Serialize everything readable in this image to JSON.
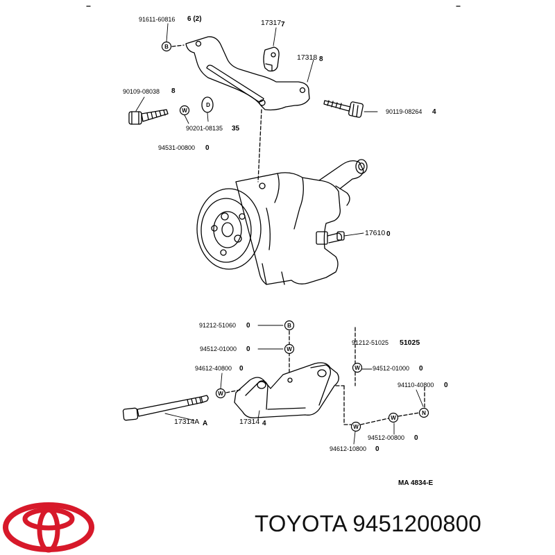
{
  "labels": {
    "p91611": "91611-60816",
    "q91611": "6 (2)",
    "p17317": "17317",
    "q17317": "7",
    "p17318": "17318",
    "q17318": "8",
    "p90109": "90109-08038",
    "q90109": "8",
    "p90201": "90201-08135",
    "q90201": "35",
    "p94531": "94531-00800",
    "q94531": "0",
    "p90119": "90119-08264",
    "q90119": "4",
    "p17610": "17610",
    "q17610": "0",
    "p91212a": "91212-51060",
    "q91212a": "0",
    "p94512a": "94512-01000",
    "q94512a": "0",
    "p91212b": "91212-51025",
    "p51025": "51025",
    "p94612a": "94612-40800",
    "q94612a": "0",
    "p94512b": "94512-01000",
    "q94512b": "0",
    "p94110": "94110-40800",
    "q94110": "0",
    "p17314a": "17314A",
    "q17314a": "A",
    "p17314": "17314",
    "q17314": "4",
    "p94512c": "94512-00800",
    "q94512c": "0",
    "p94612b": "94612-10800",
    "q94612b": "0"
  },
  "markers": {
    "b": "B",
    "w": "W",
    "d": "D",
    "n": "N"
  },
  "diagram_code": "MA  4834-E",
  "footer_title": "TOYOTA 9451200800",
  "brand_color": "#d7192a"
}
